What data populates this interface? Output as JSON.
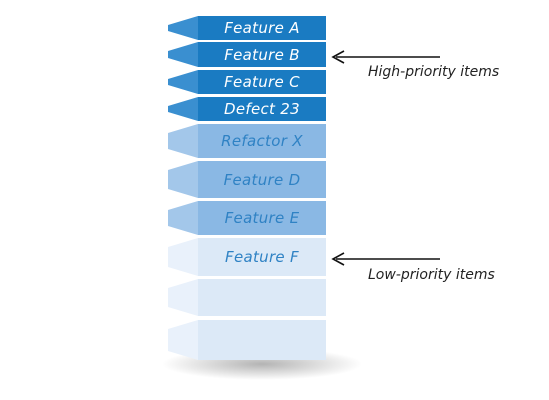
{
  "backlog": {
    "items": [
      {
        "label": "Feature A",
        "priority_band": "high"
      },
      {
        "label": "Feature B",
        "priority_band": "high"
      },
      {
        "label": "Feature C",
        "priority_band": "high"
      },
      {
        "label": "Defect 23",
        "priority_band": "high"
      },
      {
        "label": "Refactor X",
        "priority_band": "mid"
      },
      {
        "label": "Feature D",
        "priority_band": "mid"
      },
      {
        "label": "Feature E",
        "priority_band": "mid"
      },
      {
        "label": "Feature F",
        "priority_band": "low"
      },
      {
        "label": "",
        "priority_band": "low"
      },
      {
        "label": "",
        "priority_band": "low"
      }
    ]
  },
  "callouts": {
    "high": {
      "text": "High-priority items",
      "points_to": "Feature B"
    },
    "low": {
      "text": "Low-priority items",
      "points_to": "Feature F"
    }
  },
  "colors": {
    "dark_front": "#1a7bc2",
    "dark_side": "#3a8fd0",
    "mid_front": "#8ab8e4",
    "mid_side": "#a3c7ea",
    "light_front": "#dce9f7",
    "light_side": "#e9f1fb",
    "label_light_text": "#2f82c4",
    "arrow": "#111111"
  }
}
